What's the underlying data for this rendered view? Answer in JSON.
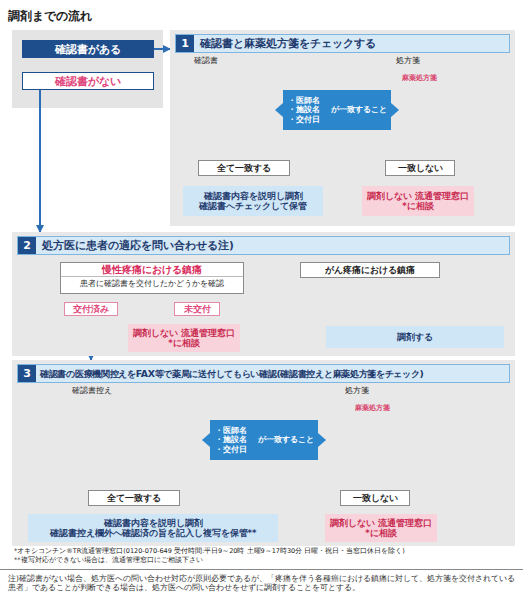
{
  "diagram": {
    "title": "調剤までの流れ",
    "nodes": [
      {
        "text": [
          "確認書がある"
        ]
      },
      {
        "text": [
          "確認書がない"
        ]
      },
      {
        "text": [
          "1",
          "確認書と麻薬処方箋をチェックする"
        ]
      },
      {
        "text": [
          "・医師名 ・施設名 ・交付日",
          "が一致すること"
        ],
        "in": 2
      },
      {
        "text": [
          "全て一致する"
        ],
        "in": 2
      },
      {
        "text": [
          "一致しない"
        ],
        "in": 2
      },
      {
        "text": [
          "確認書内容を説明し調剤 確認書へチェックして保管"
        ],
        "in": 2
      },
      {
        "text": [
          "調剤しない 流通管理窓口*に相談"
        ],
        "in": 2
      },
      {
        "text": [
          "2",
          "処方医に患者の適応を問い合わせる注)"
        ]
      },
      {
        "text": [
          "慢性疼痛における鎮痛",
          "患者に確認書を交付したかどうかを確認"
        ],
        "in": 8
      },
      {
        "text": [
          "交付済み"
        ],
        "in": 8
      },
      {
        "text": [
          "未交付"
        ],
        "in": 8
      },
      {
        "text": [
          "調剤しない 流通管理窓口*に相談"
        ],
        "in": 8
      },
      {
        "text": [
          "がん疼痛における鎮痛"
        ],
        "in": 8
      },
      {
        "text": [
          "調剤する"
        ],
        "in": 8
      },
      {
        "text": [
          "3",
          "確認書の医療機関控えをFAX等で薬局に送付してもらい確認(確認書控えと麻薬処方箋をチェック)"
        ]
      },
      {
        "text": [
          "・医師名 ・施設名 ・交付日",
          "が一致すること"
        ],
        "in": 15
      },
      {
        "text": [
          "全て一致する"
        ],
        "in": 15
      },
      {
        "text": [
          "一致しない"
        ],
        "in": 15
      },
      {
        "text": [
          "確認書内容を説明し調剤 確認書控え欄外へ確認済の旨を記入し複写を保管**"
        ],
        "in": 15
      },
      {
        "text": [
          "調剤しない 流通管理窓口*に相談"
        ],
        "in": 15
      }
    ],
    "edges": [
      {
        "from": 0,
        "to": 2,
        "arrow": "to"
      },
      {
        "from": 1,
        "to": 8,
        "arrow": "to"
      },
      {
        "from": 4,
        "to": 6,
        "arrow": "to"
      },
      {
        "from": 5,
        "to": 7,
        "arrow": "to"
      },
      {
        "from": 9,
        "to": 10,
        "arrow": "none"
      },
      {
        "from": 9,
        "to": 11,
        "arrow": "none"
      },
      {
        "from": 11,
        "to": 12,
        "arrow": "to"
      },
      {
        "from": 10,
        "to": 15,
        "arrow": "to"
      },
      {
        "from": 13,
        "to": 14,
        "arrow": "to"
      },
      {
        "from": 17,
        "to": 19,
        "arrow": "to"
      },
      {
        "from": 18,
        "to": 20,
        "arrow": "to"
      }
    ],
    "labels": [
      "確認書",
      "処方箋",
      "麻薬処方箋",
      "確認書控え",
      "処方箋",
      "麻薬処方箋",
      "*オキシコンチン®TR流通管理窓口(0120-070-649 受付時間:平日9～20時 土曜9～17時30分 日曜・祝日・当窓口休日を除く)",
      "**複写対応ができない場合は、流通管理窓口にご相談下さい",
      "注)確認書がない場合、処方医への問い合わせ対応が原則必要であるが、「疼痛を伴う各種癌における鎮痛に対して、処方箋を交付されている患者」であることが判断できる場合は、処方医への問い合わせをせずに調剤することを可とする。"
    ]
  }
}
